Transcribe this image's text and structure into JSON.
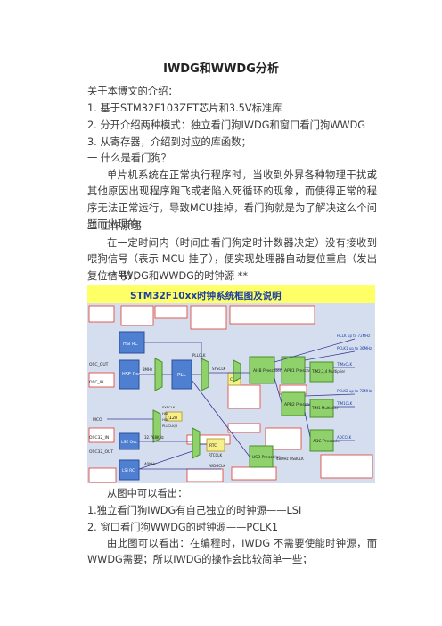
{
  "doc": {
    "title": "IWDG和WWDG分析",
    "intro_heading": "关于本博文的介绍：",
    "intro_1": "1. 基于STM32F103ZET芯片和3.5V标准库",
    "intro_2": "2. 分开介绍两种模式：独立看门狗IWDG和窗口看门狗WWDG",
    "intro_3": "3. 从寄存器，介绍到对应的库函数；",
    "sec1_heading": "一 什么是看门狗？",
    "sec1_body": "单片机系统在正常执行程序时，当收到外界各种物理干扰或其他原因出现程序跑飞或者陷入死循环的现象，而使得正常的程序无法正常运行，导致MCU挂掉，看门狗就是为了解决这么个问题而出现的；",
    "sec2_heading": "二 工作原理",
    "sec2_body": "在一定时间内（时间由看门狗定时计数器决定）没有接收到喂狗信号（表示 MCU 挂了），便实现处理器自动复位重启（发出复位信号）；",
    "clock_heading": "** IWDG和WWDG的时钟源 **",
    "from_figure": "从图中可以看出：",
    "point_1": "1.独立看门狗IWDG有自己独立的时钟源——LSI",
    "point_2": "2. 窗口看门狗WWDG的时钟源——PCLK1",
    "conclusion": "由此图可以看出：在编程时，IWDG 不需要使能时钟源，而WWDG需要；所以IWDG的操作会比较简单一些；"
  },
  "diagram": {
    "title": "STM32F10xx时钟系统框图及说明",
    "blocks": {
      "hsi": "HSI RC",
      "hse": "HSE Osc",
      "pll": "PLL",
      "ahb": "AHB Prescaler",
      "apb1": "APB1 Prescaler",
      "apb2": "APB2 Prescaler",
      "tim234": "TIM2,3,4 Multiplier",
      "tim1": "TIM1 Multiplier",
      "adc": "ADC Prescaler",
      "css": "CSS",
      "lse": "LSE Osc",
      "lsi": "LSI RC",
      "usb": "USB Prescaler",
      "div128": "/128",
      "rtc": "RTC"
    },
    "pins": [
      "OSC_OUT",
      "OSC_IN",
      "MCO",
      "OSC32_IN",
      "OSC32_OUT"
    ],
    "labels": {
      "sysclk": "SYSCLK",
      "pllclk": "PLLCLK",
      "hclk": "HCLK up to 72MHz",
      "pclk1": "PCLK1 up to 36MHz",
      "pclk2": "PCLK2 up to 72MHz",
      "timclk": "TIMxCLK",
      "tim1clk": "TIM1CLK",
      "adcclk": "ADCCLK",
      "usbclk": "48MHz USBCLK",
      "rtcclk": "RTCCLK",
      "iwdgclk": "IWDGCLK",
      "f_8mhz": "8MHz",
      "f_32k": "32.768KHz",
      "f_40k": "40KHz",
      "mco_sel": [
        "SYSCLK",
        "HSI",
        "HSE",
        "PLLCLK/2"
      ]
    }
  },
  "colors": {
    "block_blue": "#4f7fd1",
    "block_green": "#8fd16a",
    "block_yellow": "#f6ef8a",
    "line_red": "#e0392b",
    "banner_yellow": "#ffff66",
    "title_blue": "#1b3fa3"
  }
}
